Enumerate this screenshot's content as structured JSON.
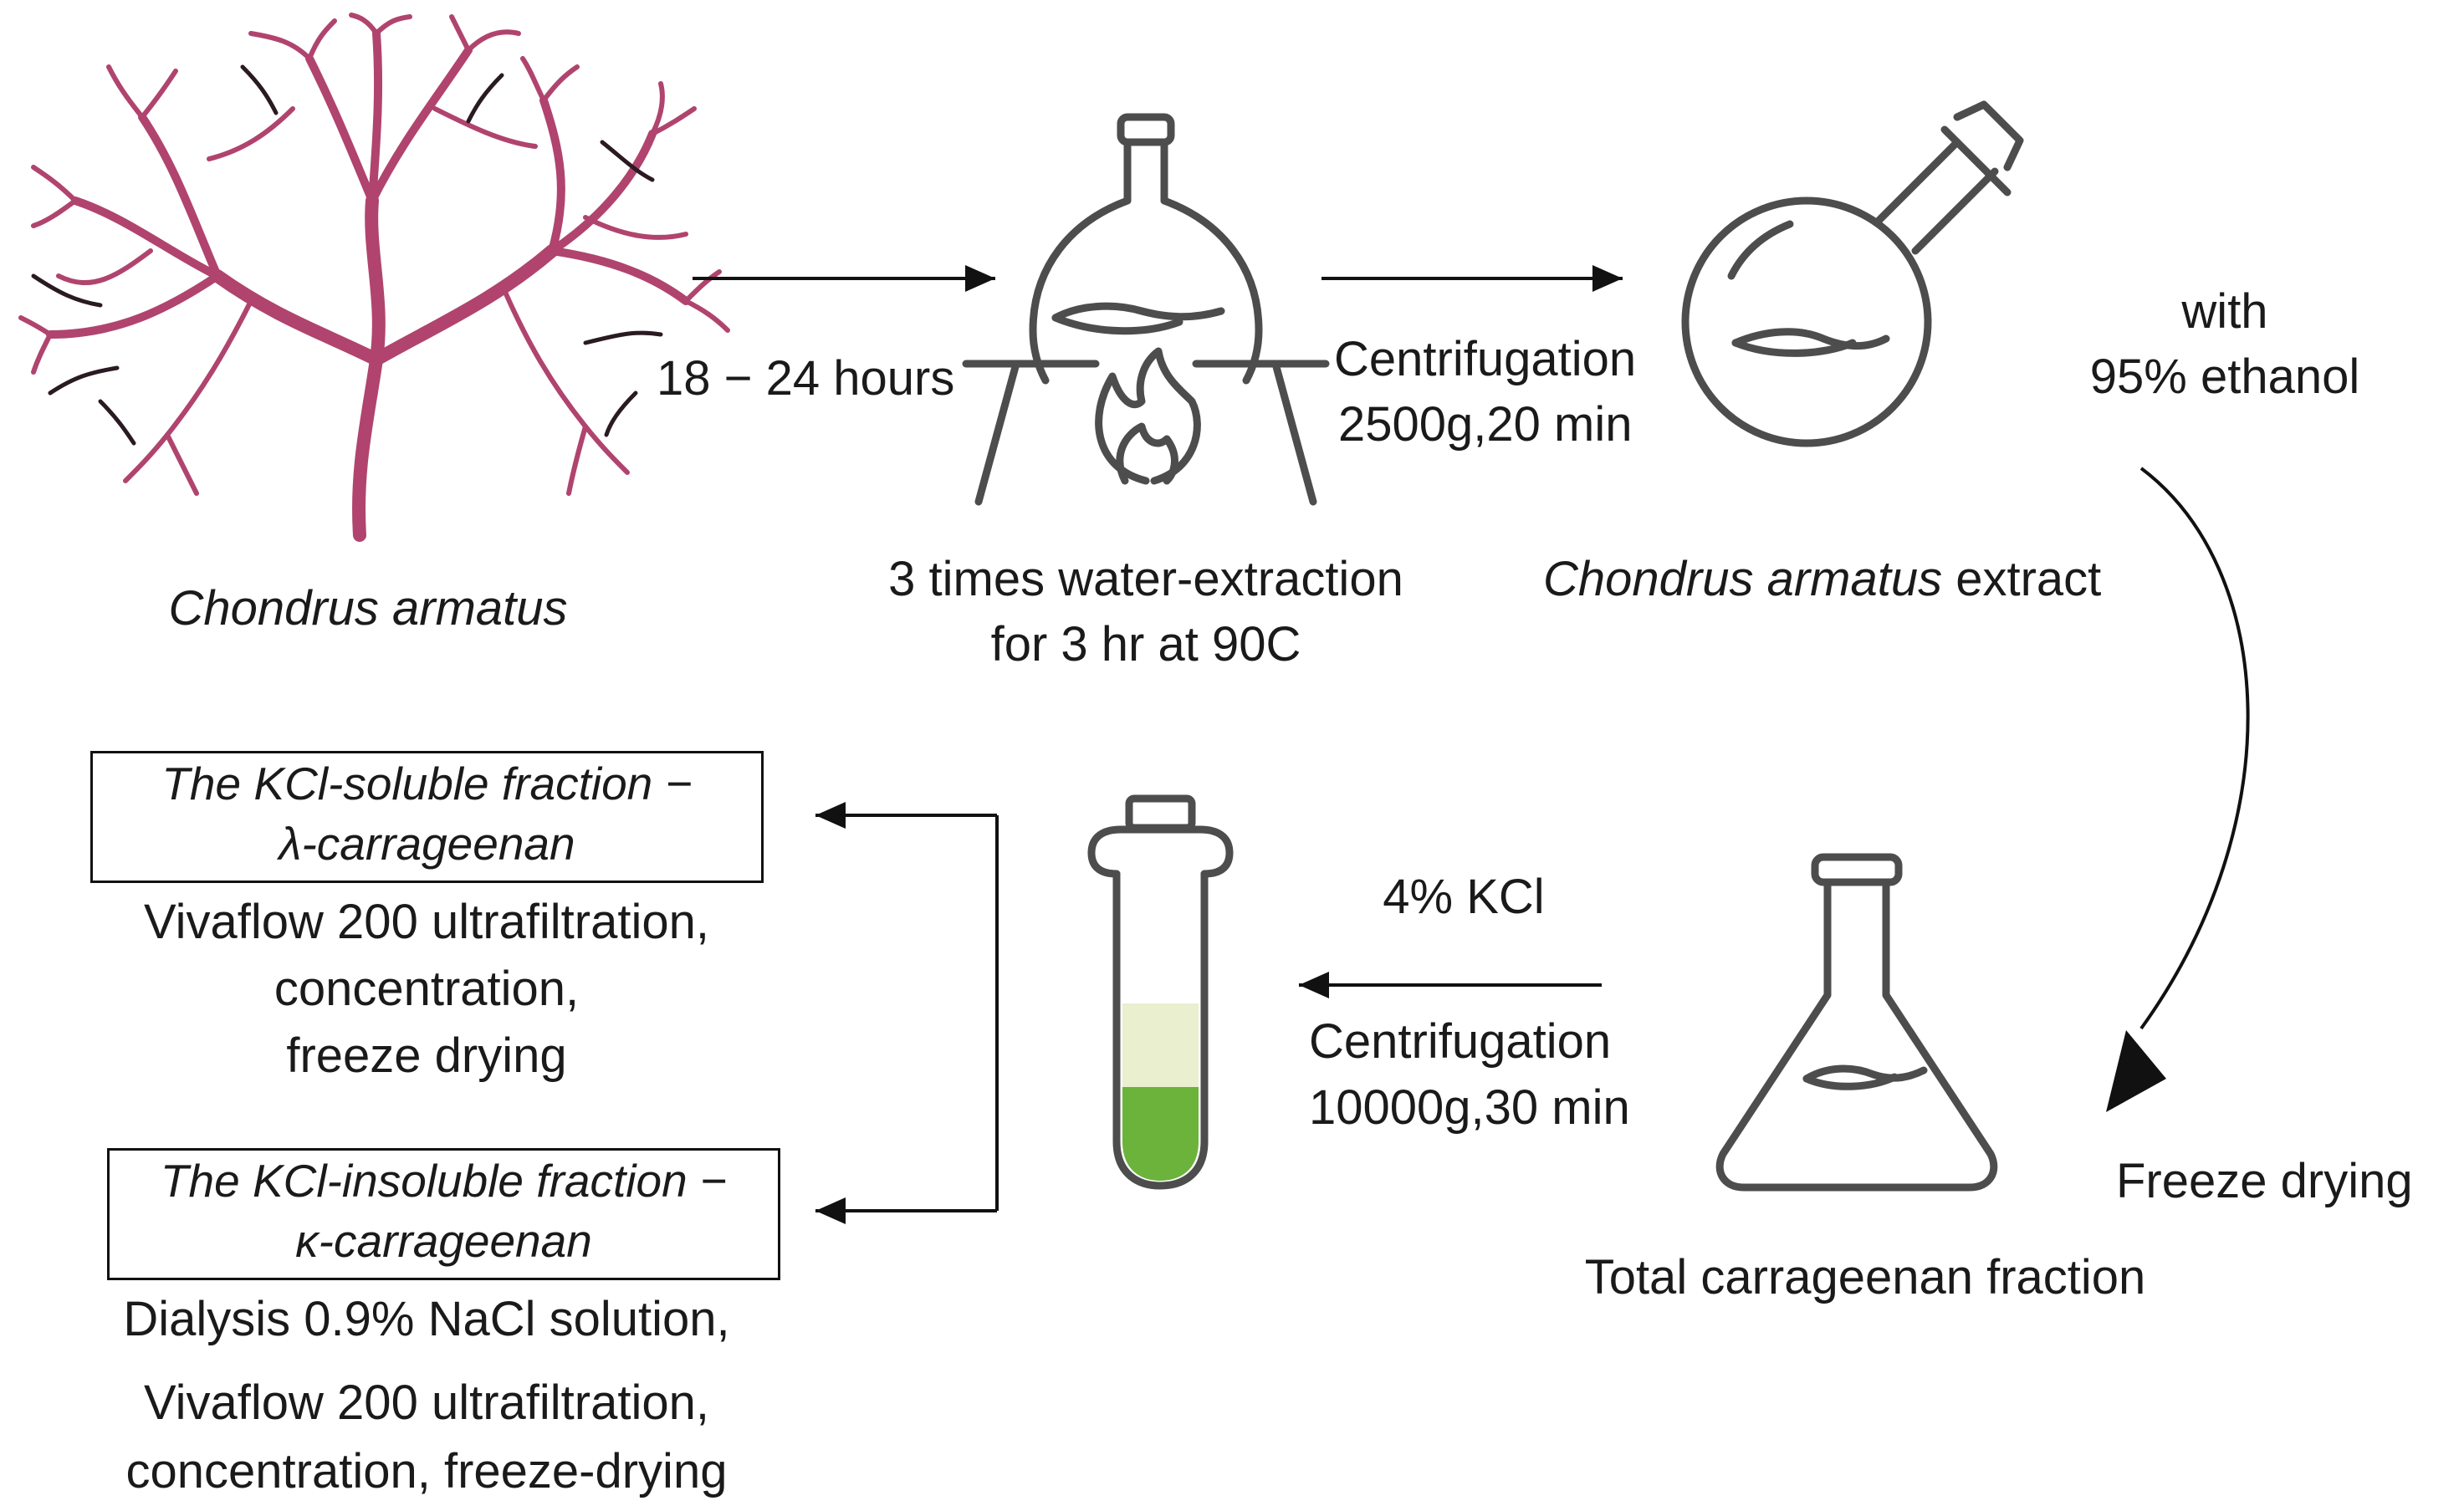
{
  "labels": {
    "seaweed_name": "Chondrus armatus",
    "soak_time": "18 − 24 hours",
    "extraction_line1": "3 times water-extraction",
    "extraction_line2": "for 3 hr at 90C",
    "centrifuge1_line1": "Centrifugation",
    "centrifuge1_line2": "2500g,20 min",
    "extract_species": "Chondrus armatus",
    "extract_word": " extract",
    "ethanol_line1": "with",
    "ethanol_line2": "95% ethanol",
    "freeze_drying": "Freeze drying",
    "total_fraction": "Total carrageenan fraction",
    "kcl": "4% KCl",
    "centrifuge2_line1": "Centrifugation",
    "centrifuge2_line2": "10000g,30 min"
  },
  "soluble": {
    "box_line1": "The KCl-soluble fraction −",
    "box_line2": "λ-carrageenan",
    "steps": [
      "Vivaflow 200 ultrafiltration,",
      "concentration,",
      "freeze drying"
    ]
  },
  "insoluble": {
    "box_line1": "The KCl-insoluble fraction −",
    "box_line2": "κ-carrageenan",
    "steps": [
      "Dialysis 0.9% NaCl solution,",
      "Vivaflow 200 ultrafiltration,",
      "concentration, freeze-drying"
    ]
  },
  "colors": {
    "seaweed": "#b0446e",
    "seaweed_dark": "#2a1a22",
    "icon_stroke": "#4d4d4d",
    "tube_liquid_light": "#e9efcf",
    "tube_liquid_dark": "#6bb33a",
    "arrow": "#111111"
  }
}
